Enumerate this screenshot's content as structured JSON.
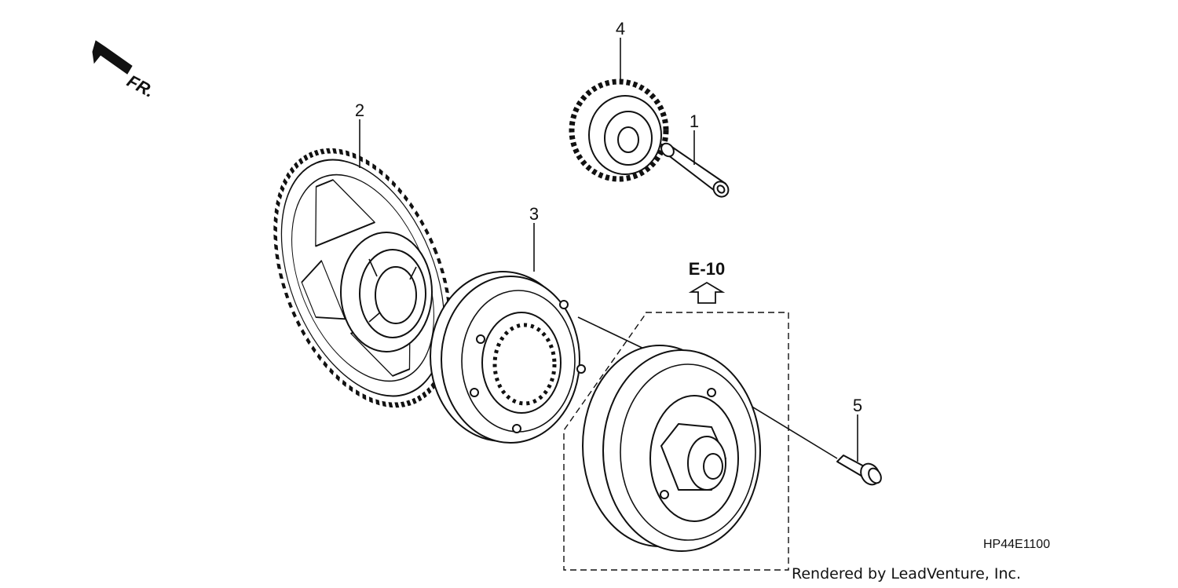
{
  "diagram": {
    "direction_label": "FR.",
    "reference_label": "E-10",
    "drawing_code": "HP44E1100",
    "credit": "Rendered by LeadVenture, Inc.",
    "callouts": [
      {
        "id": "1",
        "text": "1"
      },
      {
        "id": "2",
        "text": "2"
      },
      {
        "id": "3",
        "text": "3"
      },
      {
        "id": "4",
        "text": "4"
      },
      {
        "id": "5",
        "text": "5"
      }
    ]
  }
}
